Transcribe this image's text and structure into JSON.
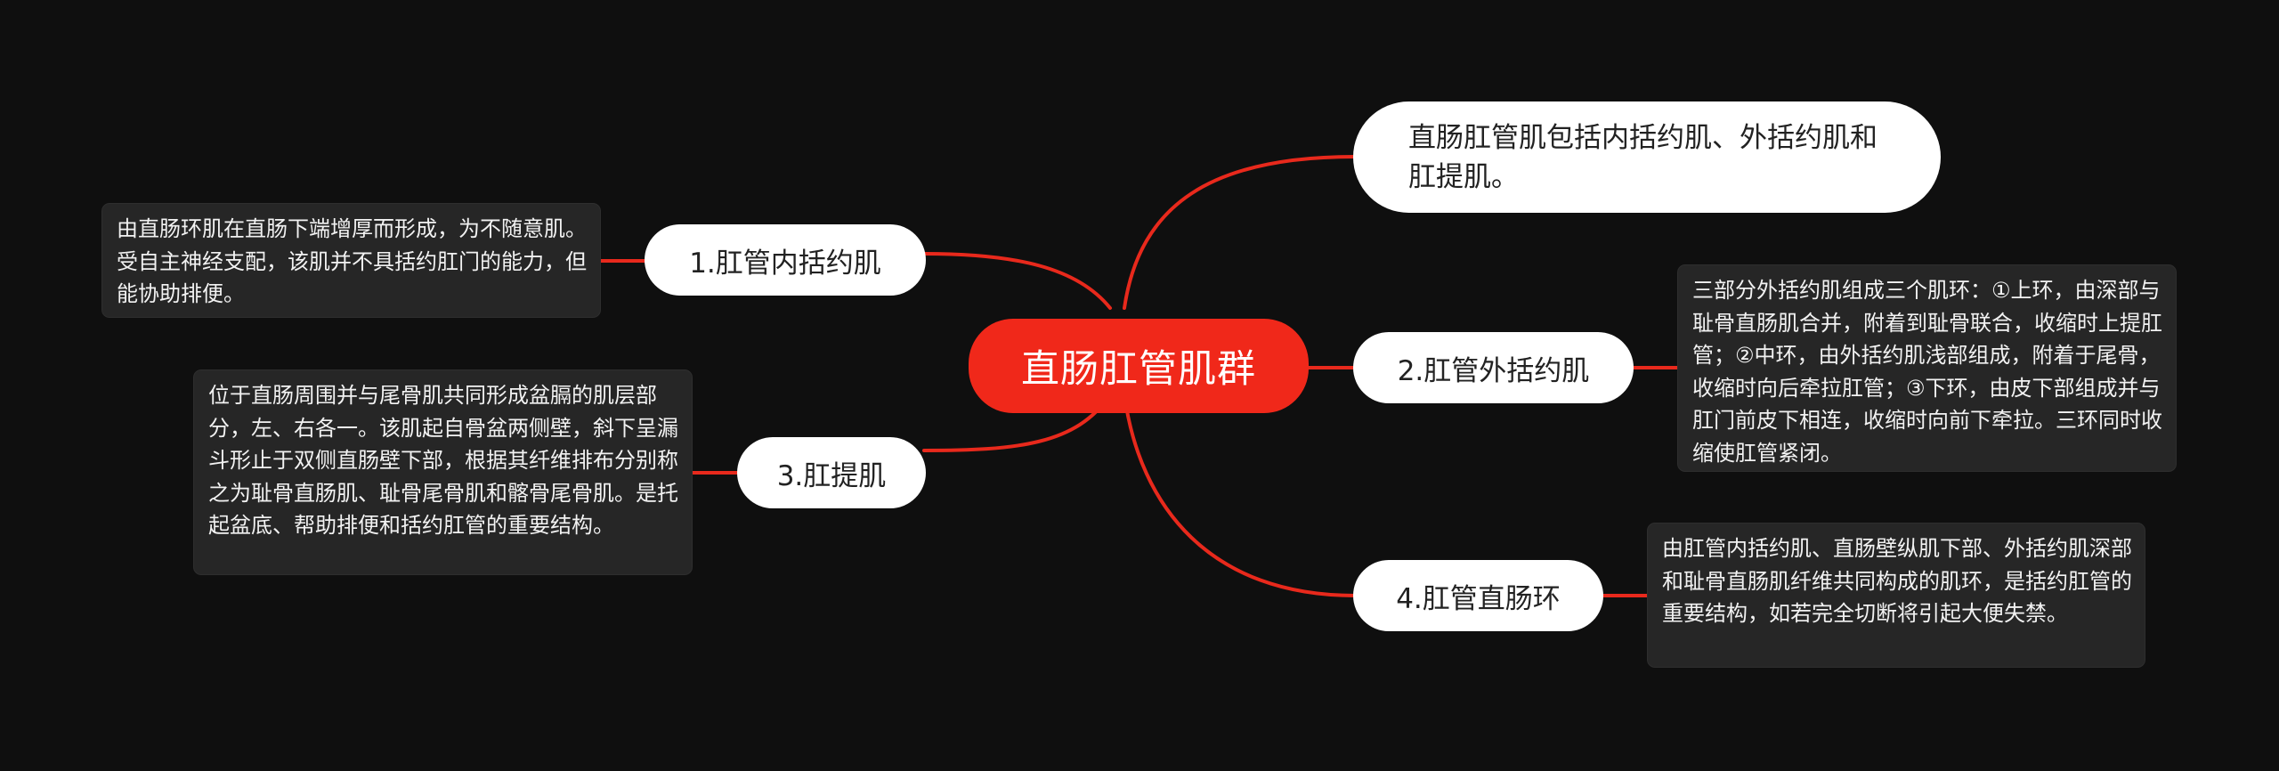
{
  "diagram": {
    "type": "mind-map",
    "background_color": "#0f0f0f",
    "connector_color": "#e8291c",
    "root": {
      "label": "直肠肛管肌群",
      "color": "#f0281a"
    },
    "summary_node": {
      "label": "直肠肛管肌包括内括约肌、外括约肌和肛提肌。"
    },
    "branches": [
      {
        "label": "1.肛管内括约肌",
        "side": "left",
        "note": "由直肠环肌在直肠下端增厚而形成，为不随意肌。受自主神经支配，该肌并不具括约肛门的能力，但能协助排便。"
      },
      {
        "label": "2.肛管外括约肌",
        "side": "right",
        "note": "三部分外括约肌组成三个肌环：①上环，由深部与耻骨直肠肌合并，附着到耻骨联合，收缩时上提肛管；②中环，由外括约肌浅部组成，附着于尾骨，收缩时向后牵拉肛管；③下环，由皮下部组成并与肛门前皮下相连，收缩时向前下牵拉。三环同时收缩使肛管紧闭。"
      },
      {
        "label": "3.肛提肌",
        "side": "left",
        "note": "位于直肠周围并与尾骨肌共同形成盆膈的肌层部分，左、右各一。该肌起自骨盆两侧壁，斜下呈漏斗形止于双侧直肠壁下部，根据其纤维排布分别称之为耻骨直肠肌、耻骨尾骨肌和髂骨尾骨肌。是托起盆底、帮助排便和括约肛管的重要结构。"
      },
      {
        "label": "4.肛管直肠环",
        "side": "right",
        "note": "由肛管内括约肌、直肠壁纵肌下部、外括约肌深部和耻骨直肠肌纤维共同构成的肌环，是括约肛管的重要结构，如若完全切断将引起大便失禁。"
      }
    ]
  }
}
